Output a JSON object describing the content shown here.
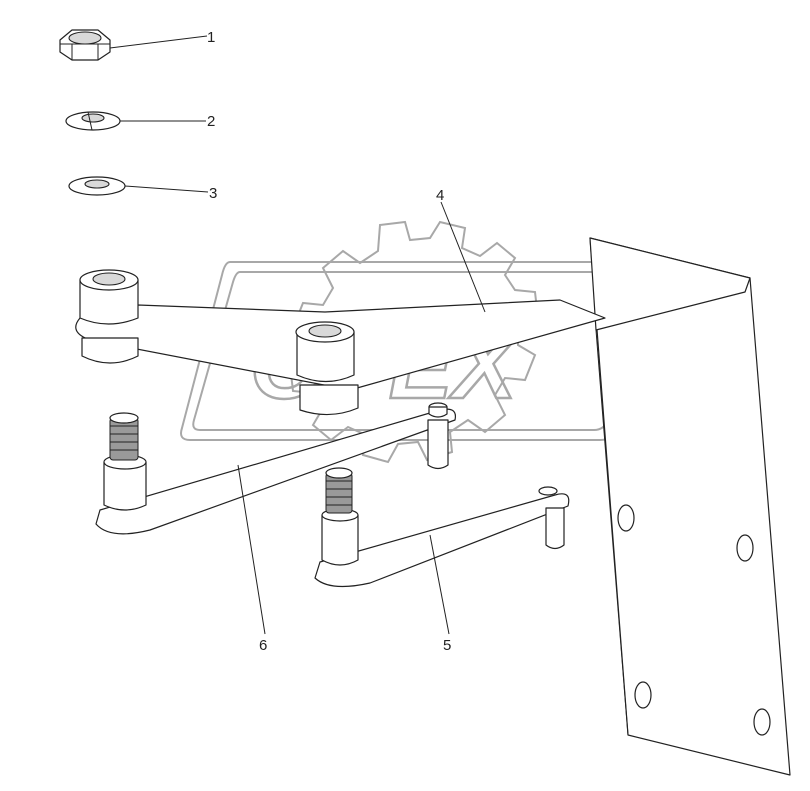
{
  "watermark": {
    "text": "OPEX"
  },
  "callouts": [
    {
      "id": "1",
      "label": "1"
    },
    {
      "id": "2",
      "label": "2"
    },
    {
      "id": "3",
      "label": "3"
    },
    {
      "id": "4",
      "label": "4"
    },
    {
      "id": "5",
      "label": "5"
    },
    {
      "id": "6",
      "label": "6"
    }
  ],
  "colors": {
    "line": "#222222",
    "watermark": "#a8a8a8",
    "shade": "#d9d9d9"
  }
}
